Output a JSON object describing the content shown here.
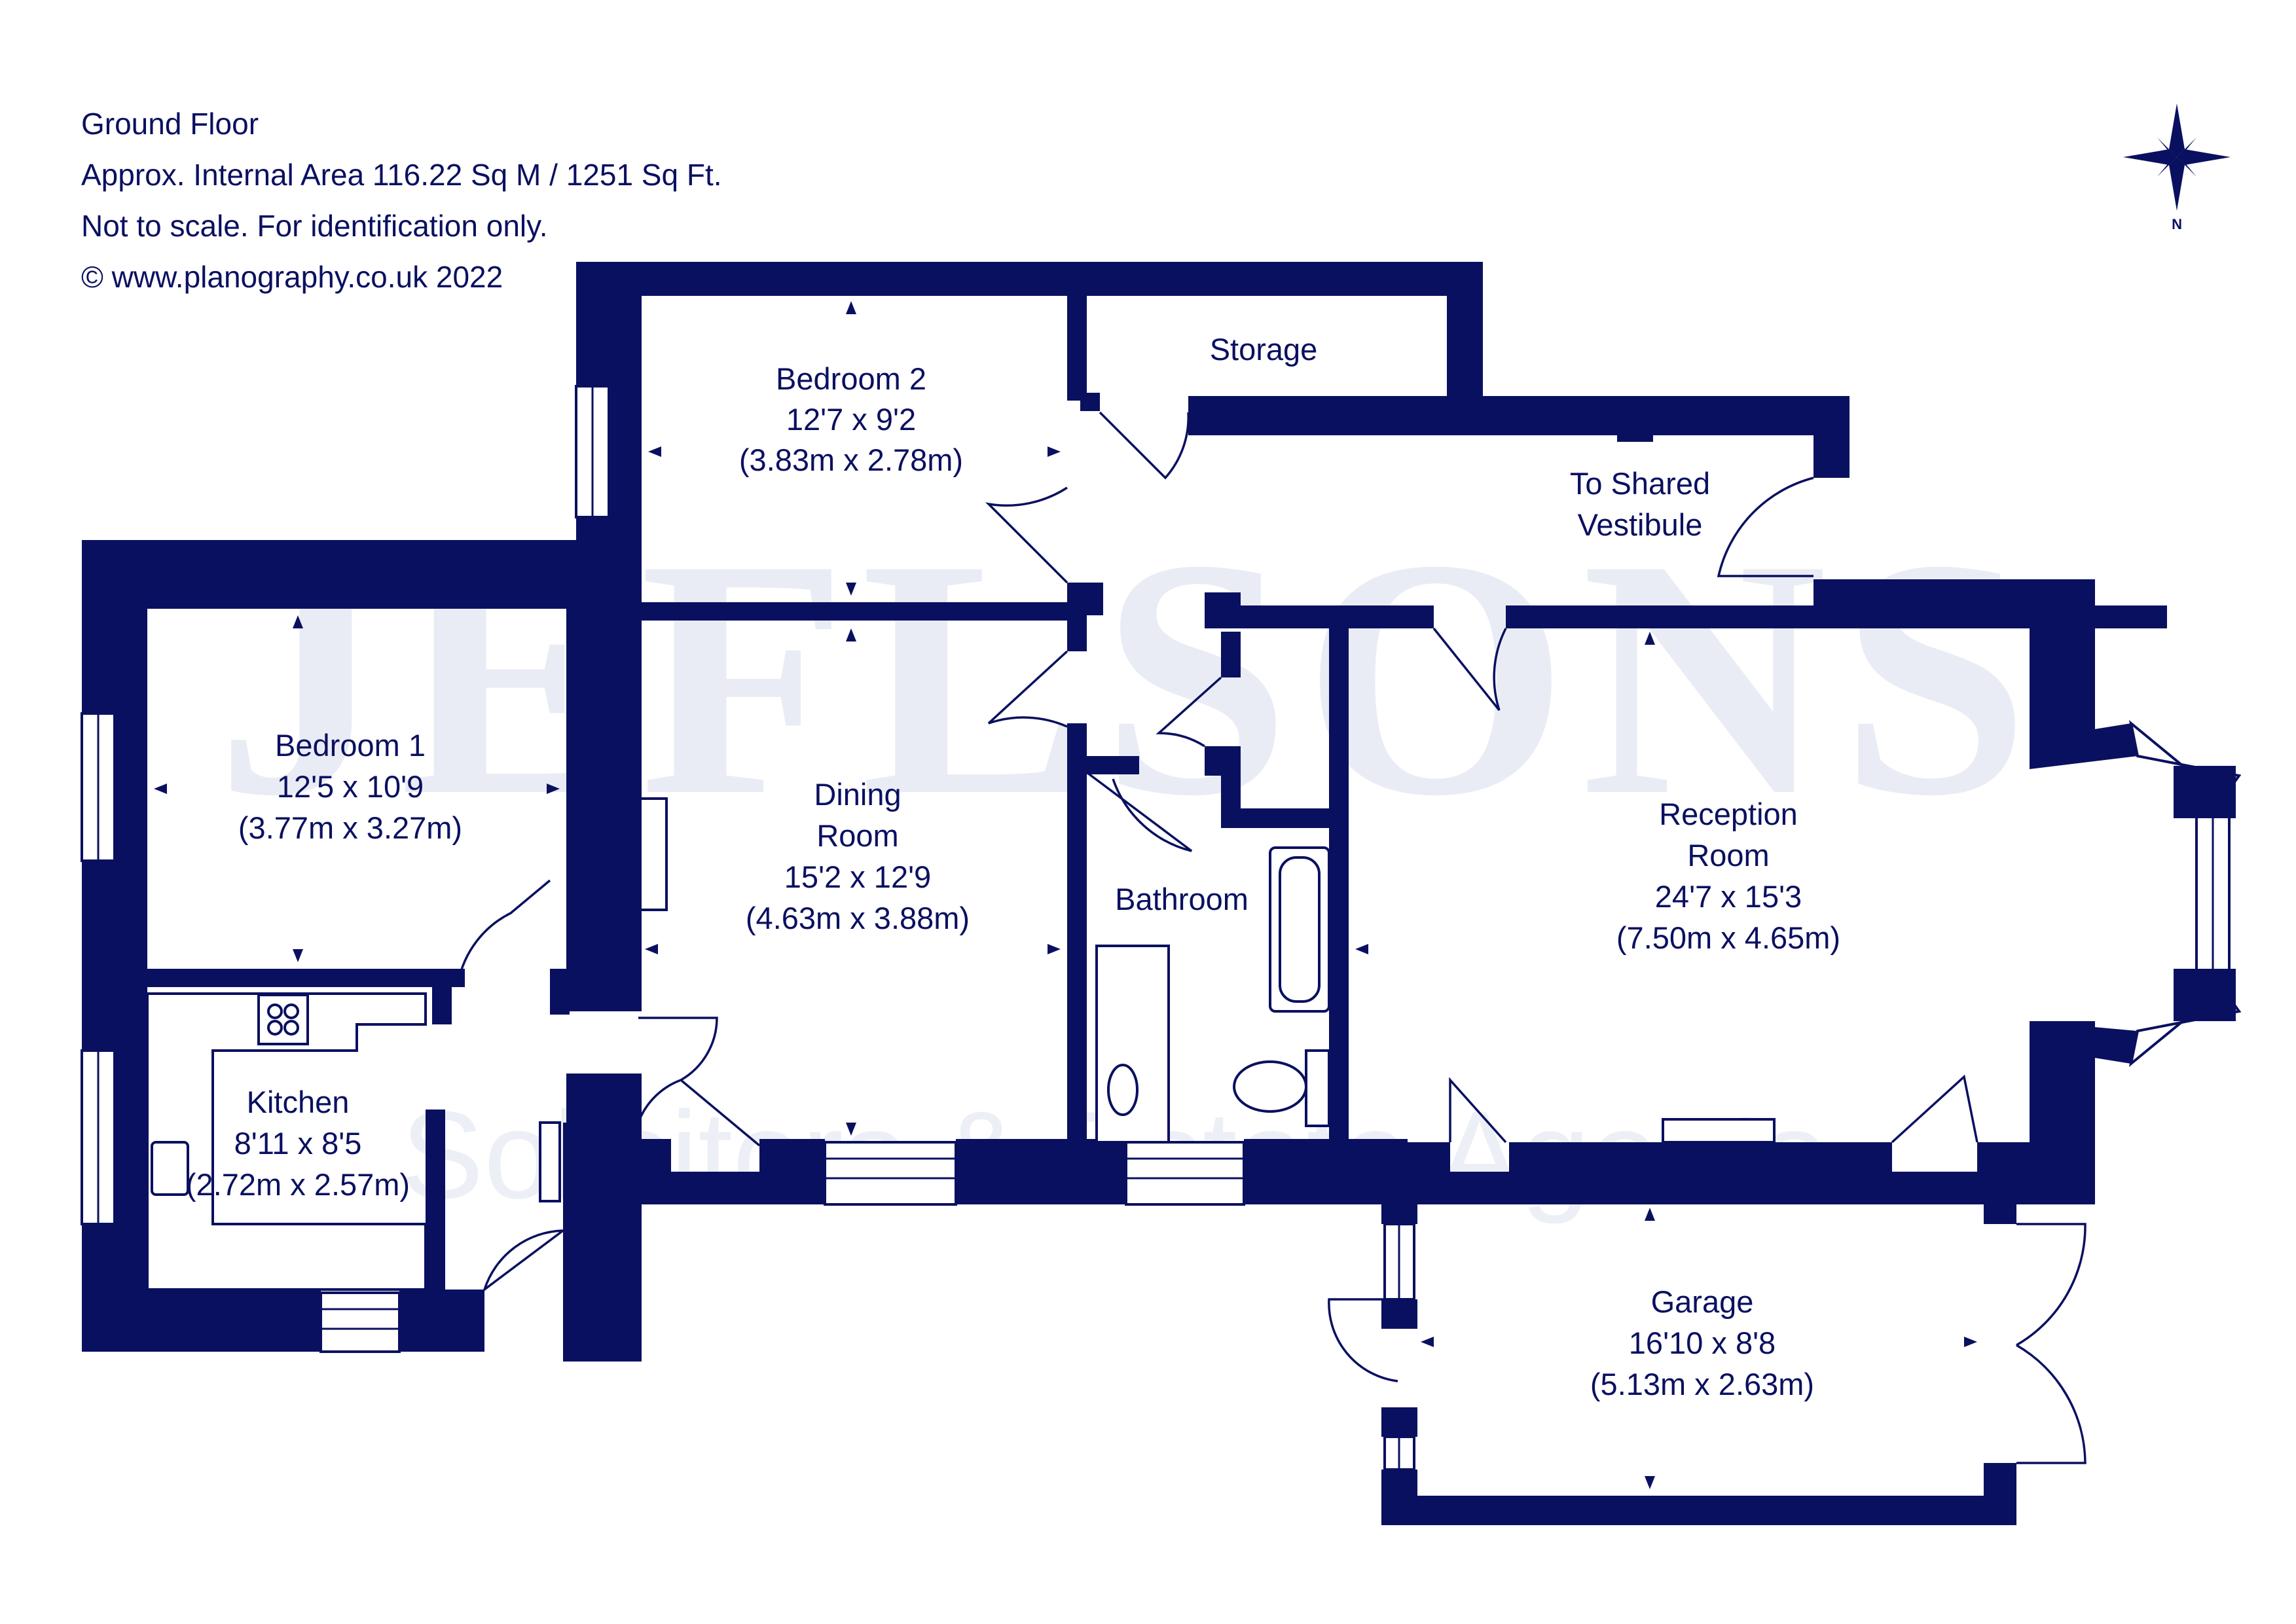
{
  "header": {
    "floor": "Ground Floor",
    "area": "Approx. Internal Area 116.22 Sq M / 1251 Sq Ft.",
    "note": "Not to scale. For identification only.",
    "copyright": "© www.planography.co.uk 2022"
  },
  "compass": {
    "label": "N"
  },
  "watermark": {
    "brand": "JEFLSONS",
    "tagline": "Solicitors & Estate Agents"
  },
  "rooms": [
    {
      "id": "bedroom-2",
      "name": "Bedroom 2",
      "dims": "12'7 x 9'2",
      "metric": "(3.83m x 2.78m)"
    },
    {
      "id": "storage",
      "name": "Storage"
    },
    {
      "id": "vestibule",
      "name": "To Shared",
      "name2": "Vestibule"
    },
    {
      "id": "bedroom-1",
      "name": "Bedroom 1",
      "dims": "12'5 x 10'9",
      "metric": "(3.77m x 3.27m)"
    },
    {
      "id": "dining",
      "name": "Dining",
      "name2": "Room",
      "dims": "15'2 x 12'9",
      "metric": "(4.63m x 3.88m)"
    },
    {
      "id": "bathroom",
      "name": "Bathroom"
    },
    {
      "id": "reception",
      "name": "Reception",
      "name2": "Room",
      "dims": "24'7 x 15'3",
      "metric": "(7.50m x 4.65m)"
    },
    {
      "id": "kitchen",
      "name": "Kitchen",
      "dims": "8'11 x 8'5",
      "metric": "(2.72m x 2.57m)"
    },
    {
      "id": "garage",
      "name": "Garage",
      "dims": "16'10 x 8'8",
      "metric": "(5.13m x 2.63m)"
    }
  ],
  "colors": {
    "wall": "#0a1060",
    "background": "#ffffff",
    "watermark": "#e8eaf4"
  }
}
